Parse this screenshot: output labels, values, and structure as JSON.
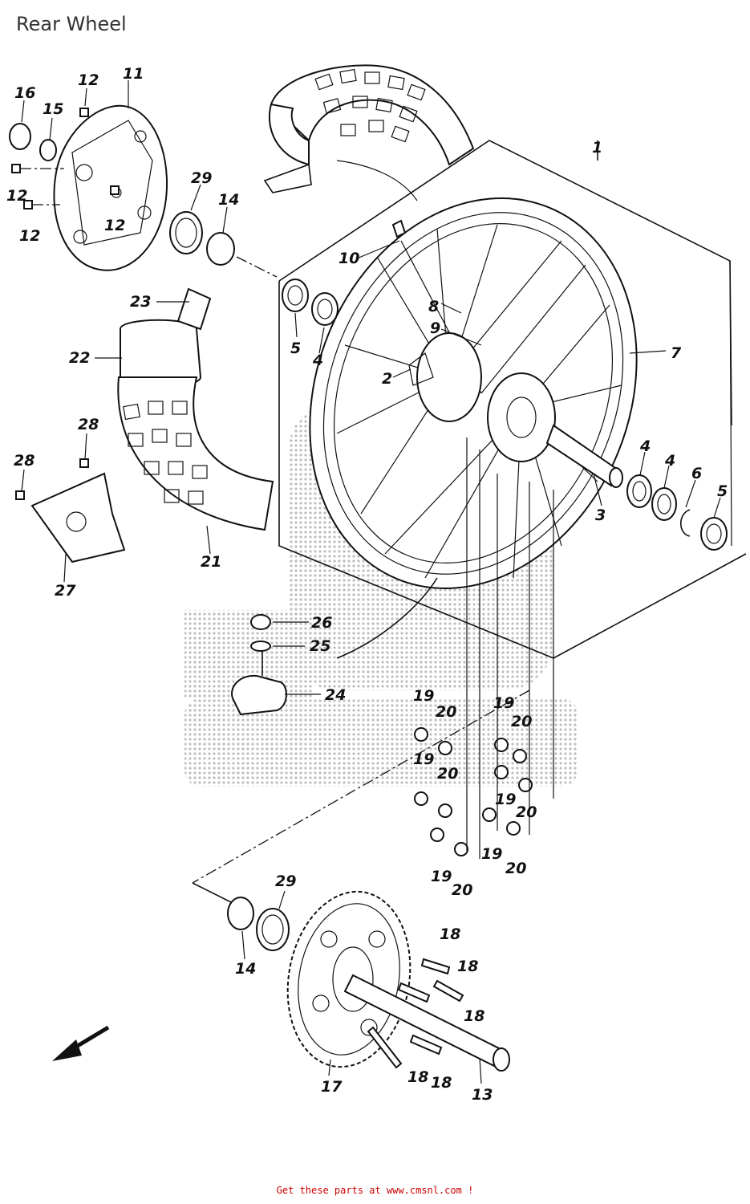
{
  "title": "Rear Wheel",
  "footer": "Get these parts at www.cmsnl.com !",
  "labels": {
    "p1": "1",
    "p2": "2",
    "p3": "3",
    "p4a": "4",
    "p4b": "4",
    "p4c": "4",
    "p5a": "5",
    "p5b": "5",
    "p6": "6",
    "p7": "7",
    "p8": "8",
    "p9": "9",
    "p10": "10",
    "p11": "11",
    "p12a": "12",
    "p12b": "12",
    "p12c": "12",
    "p12d": "12",
    "p13": "13",
    "p14a": "14",
    "p14b": "14",
    "p15": "15",
    "p16": "16",
    "p17": "17",
    "p18a": "18",
    "p18b": "18",
    "p18c": "18",
    "p18d": "18",
    "p18e": "18",
    "p19a": "19",
    "p19b": "19",
    "p19c": "19",
    "p19d": "19",
    "p19e": "19",
    "p19f": "19",
    "p20a": "20",
    "p20b": "20",
    "p20c": "20",
    "p20d": "20",
    "p20e": "20",
    "p20f": "20",
    "p21": "21",
    "p22": "22",
    "p23": "23",
    "p24": "24",
    "p25": "25",
    "p26": "26",
    "p27": "27",
    "p28a": "28",
    "p28b": "28",
    "p29a": "29",
    "p29b": "29"
  },
  "icons": {
    "direction": "front-direction-arrow-icon"
  },
  "colors": {
    "line": "#111111",
    "footer": "#cc0000",
    "watermark": "#bdbdbd"
  }
}
